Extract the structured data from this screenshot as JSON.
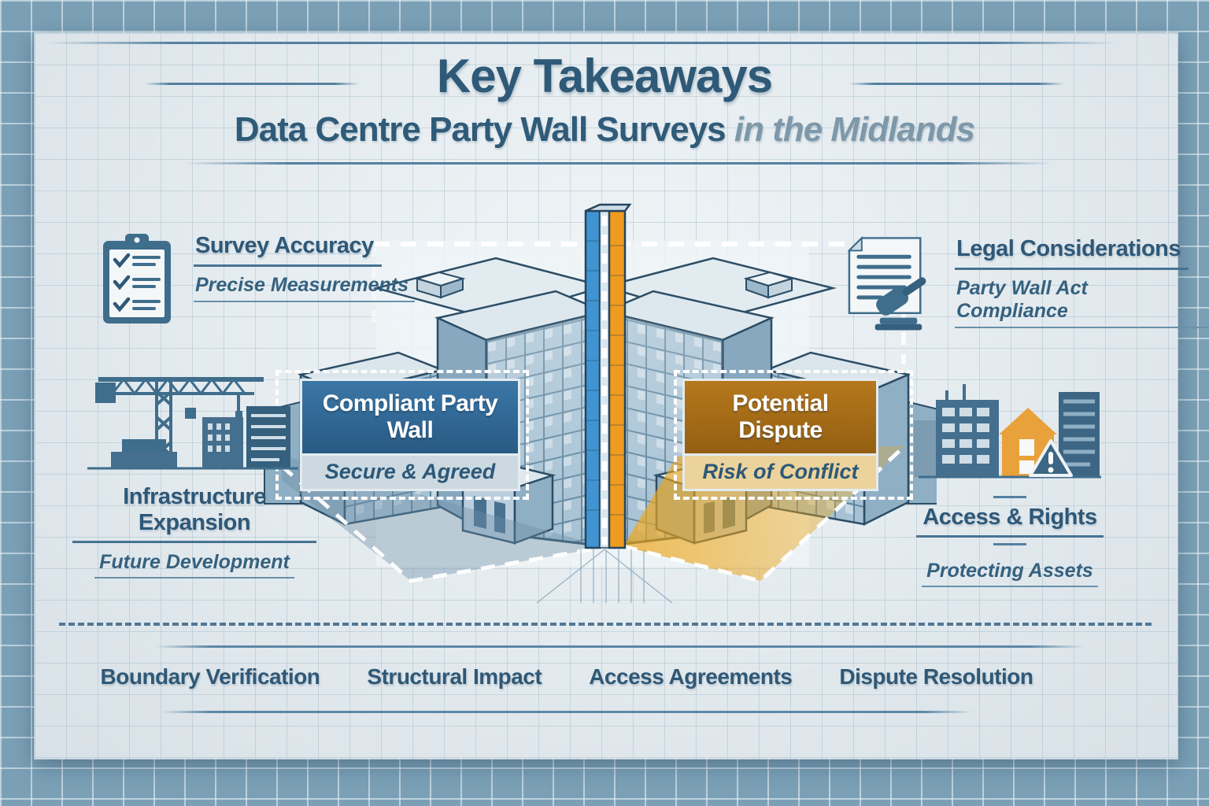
{
  "header": {
    "title": "Key Takeaways",
    "subtitle_main": "Data Centre Party Wall Surveys ",
    "subtitle_accent": "in the Midlands"
  },
  "features": [
    {
      "id": "survey-accuracy",
      "icon": "clipboard-checklist-icon",
      "heading": "Survey Accuracy",
      "sub": "Precise Measurements"
    },
    {
      "id": "legal-considerations",
      "icon": "document-gavel-icon",
      "heading": "Legal Considerations",
      "sub": "Party Wall Act Compliance"
    },
    {
      "id": "infrastructure-expansion",
      "icon": "construction-crane-icon",
      "heading": "Infrastructure Expansion",
      "sub": "Future Development"
    },
    {
      "id": "access-rights",
      "icon": "buildings-warning-icon",
      "heading": "Access & Rights",
      "sub": "Protecting Assets"
    }
  ],
  "wall_labels": {
    "compliant": {
      "heading": "Compliant Party Wall",
      "sub": "Secure & Agreed"
    },
    "dispute": {
      "heading": "Potential Dispute",
      "sub": "Risk of Conflict"
    }
  },
  "footer": {
    "items": [
      "Boundary Verification",
      "Structural Impact",
      "Access Agreements",
      "Dispute Resolution"
    ]
  },
  "colors": {
    "margin_blue": "#7ba0b6",
    "paper": "#e4eaee",
    "heading_navy": "#2e5977",
    "accent_slate": "#7d98a9",
    "icon_steel_blue": "#3f6d8c",
    "wall_blue": "#4194d1",
    "wall_orange": "#ef9b1f",
    "compliant_label_blue": "#2f6391",
    "dispute_label_brown": "#a56d18",
    "compliant_bar": "#ccd9e1",
    "dispute_bar": "#ecd39c"
  }
}
